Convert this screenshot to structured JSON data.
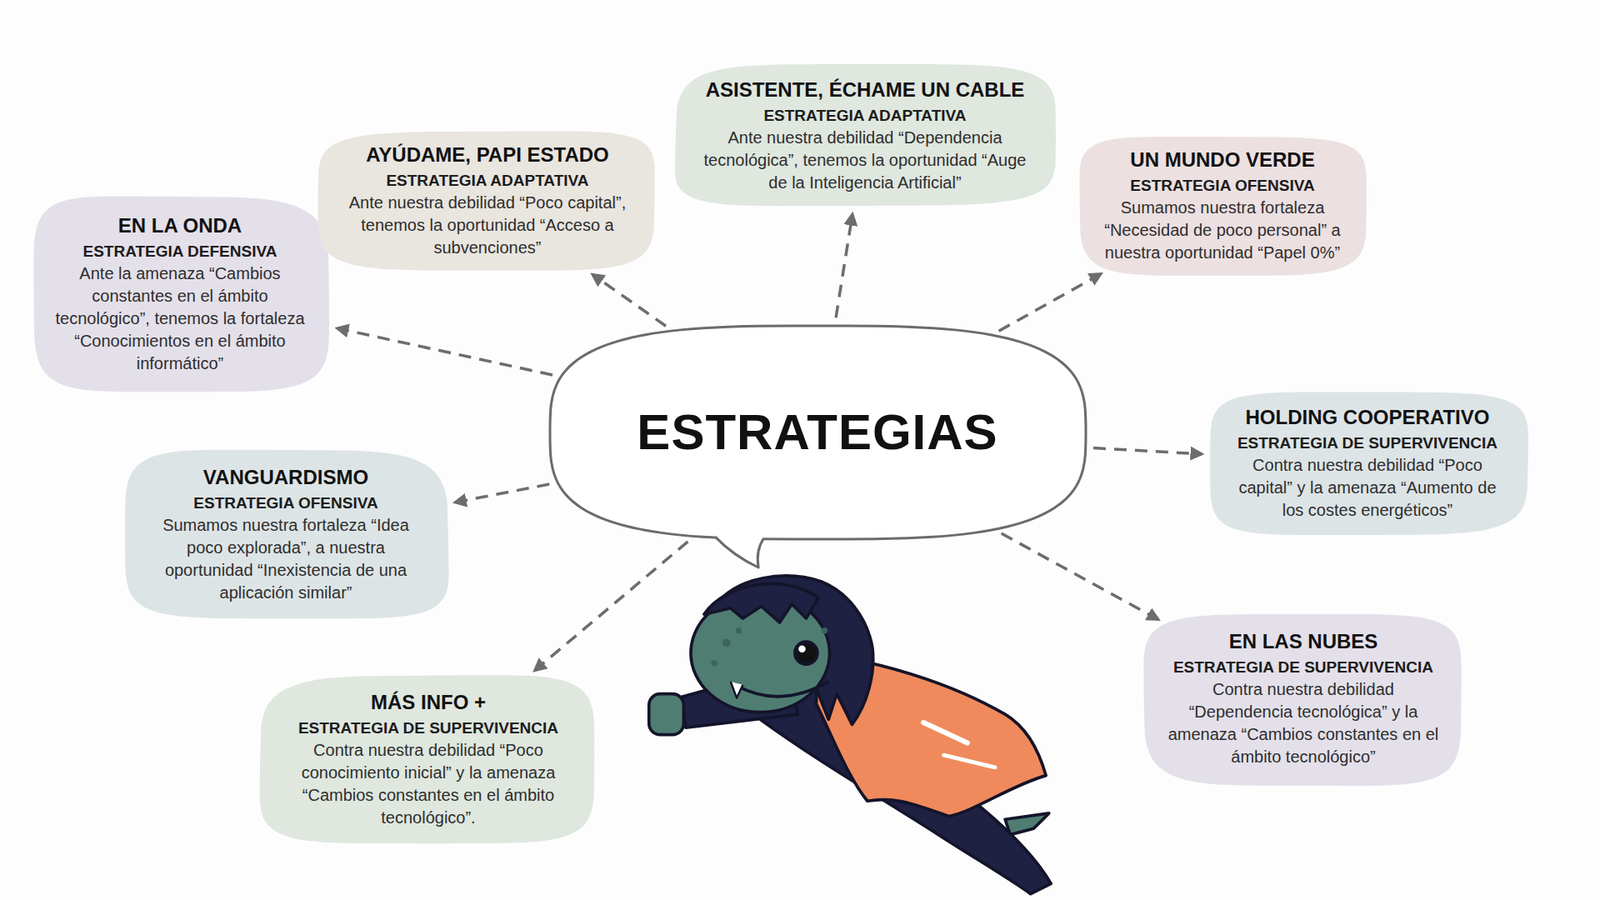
{
  "diagram": {
    "nodes": [
      {
        "text": [
          "ESTRATEGIAS"
        ]
      },
      {
        "text": [
          "EN LA ONDA",
          "ESTRATEGIA DEFENSIVA",
          "Ante la amenaza “Cambios constantes en el ámbito tecnológico”, tenemos la fortaleza “Conocimientos en el ámbito informático”"
        ]
      },
      {
        "text": [
          "AYÚDAME, PAPI ESTADO",
          "ESTRATEGIA ADAPTATIVA",
          "Ante nuestra debilidad “Poco capital”, tenemos la oportunidad “Acceso a subvenciones”"
        ]
      },
      {
        "text": [
          "ASISTENTE, ÉCHAME UN CABLE",
          "ESTRATEGIA ADAPTATIVA",
          "Ante nuestra debilidad “Dependencia tecnológica”, tenemos la oportunidad “Auge de la Inteligencia Artificial”"
        ]
      },
      {
        "text": [
          "UN MUNDO VERDE",
          "ESTRATEGIA OFENSIVA",
          "Sumamos nuestra fortaleza “Necesidad de poco personal” a nuestra oportunidad “Papel 0%”"
        ]
      },
      {
        "text": [
          "HOLDING COOPERATIVO",
          "ESTRATEGIA DE SUPERVIVENCIA",
          "Contra nuestra debilidad “Poco capital” y la amenaza “Aumento de los costes energéticos”"
        ]
      },
      {
        "text": [
          "EN LAS NUBES",
          "ESTRATEGIA DE SUPERVIVENCIA",
          "Contra nuestra debilidad “Dependencia tecnológica” y la amenaza “Cambios constantes en el ámbito tecnológico”"
        ]
      },
      {
        "text": [
          "MÁS INFO +",
          "ESTRATEGIA DE SUPERVIVENCIA",
          "Contra nuestra debilidad “Poco conocimiento inicial” y la amenaza “Cambios constantes en el ámbito tecnológico”."
        ]
      },
      {
        "text": [
          "VANGUARDISMO",
          "ESTRATEGIA OFENSIVA",
          "Sumamos nuestra fortaleza “Idea poco explorada”, a nuestra oportunidad “Inexistencia de una aplicación similar”"
        ]
      }
    ],
    "edges": [
      {
        "from": 0,
        "to": 1,
        "arrow": "to"
      },
      {
        "from": 0,
        "to": 2,
        "arrow": "to"
      },
      {
        "from": 0,
        "to": 3,
        "arrow": "to"
      },
      {
        "from": 0,
        "to": 4,
        "arrow": "to"
      },
      {
        "from": 0,
        "to": 5,
        "arrow": "to"
      },
      {
        "from": 0,
        "to": 6,
        "arrow": "to"
      },
      {
        "from": 0,
        "to": 7,
        "arrow": "to"
      },
      {
        "from": 0,
        "to": 8,
        "arrow": "to"
      }
    ]
  }
}
